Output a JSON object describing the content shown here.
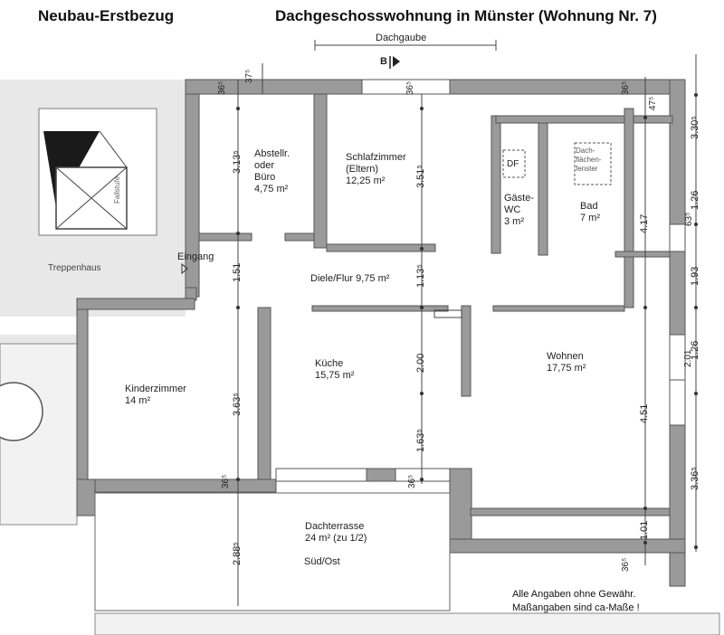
{
  "header": {
    "left": "Neubau-Erstbezug",
    "right": "Dachgeschosswohnung in Münster (Wohnung Nr. 7)"
  },
  "dormer_label": "Dachgaube",
  "section_mark": "B",
  "rooms": {
    "abstell": [
      "Abstellr.",
      "oder",
      "Büro",
      "4,75 m²"
    ],
    "schlaf": [
      "Schlafzimmer",
      "(Eltern)",
      "12,25 m²"
    ],
    "gaeste": [
      "Gäste-",
      "WC",
      "3 m²"
    ],
    "bad": [
      "Bad",
      "7 m²"
    ],
    "diele": "Diele/Flur  9,75 m²",
    "kueche": [
      "Küche",
      "15,75 m²"
    ],
    "kinder": [
      "Kinderzimmer",
      "14 m²"
    ],
    "wohnen": [
      "Wohnen",
      "17,75 m²"
    ],
    "terrasse": [
      "Dachterrasse",
      "24 m² (zu 1/2)"
    ],
    "sued": "Süd/Ost"
  },
  "labels": {
    "eingang": "Eingang",
    "treppenhaus": "Treppenhaus",
    "fallstufe": "Fallstufe",
    "df": "DF",
    "dachfenster": "Dach-\nflächen-\nfenster"
  },
  "dimensions": {
    "d313": "3.13⁵",
    "d151": "1.51",
    "d363": "3.63⁵",
    "d288": "2.88⁵",
    "d351": "3.51⁵",
    "d113": "1.13⁵",
    "d200": "2.00",
    "d163": "1.63⁵",
    "d417": "4.17",
    "d451": "4.51",
    "d101": "1.01",
    "d330": "3.30⁵",
    "d126a": "1.26",
    "d193": "1.93",
    "d126b": "1.26",
    "d201": "2.01",
    "d336": "3.36⁵",
    "d36a": "36⁵",
    "d37": "37⁵",
    "d36b": "36⁵",
    "d36c": "36⁵",
    "d47": "47⁵",
    "d63": "63⁵",
    "d36d": "36⁵",
    "d36e": "36⁵",
    "d36f": "36⁵"
  },
  "notes": [
    "Alle Angaben ohne Gewähr.",
    "Maßangaben sind ca-Maße !"
  ]
}
